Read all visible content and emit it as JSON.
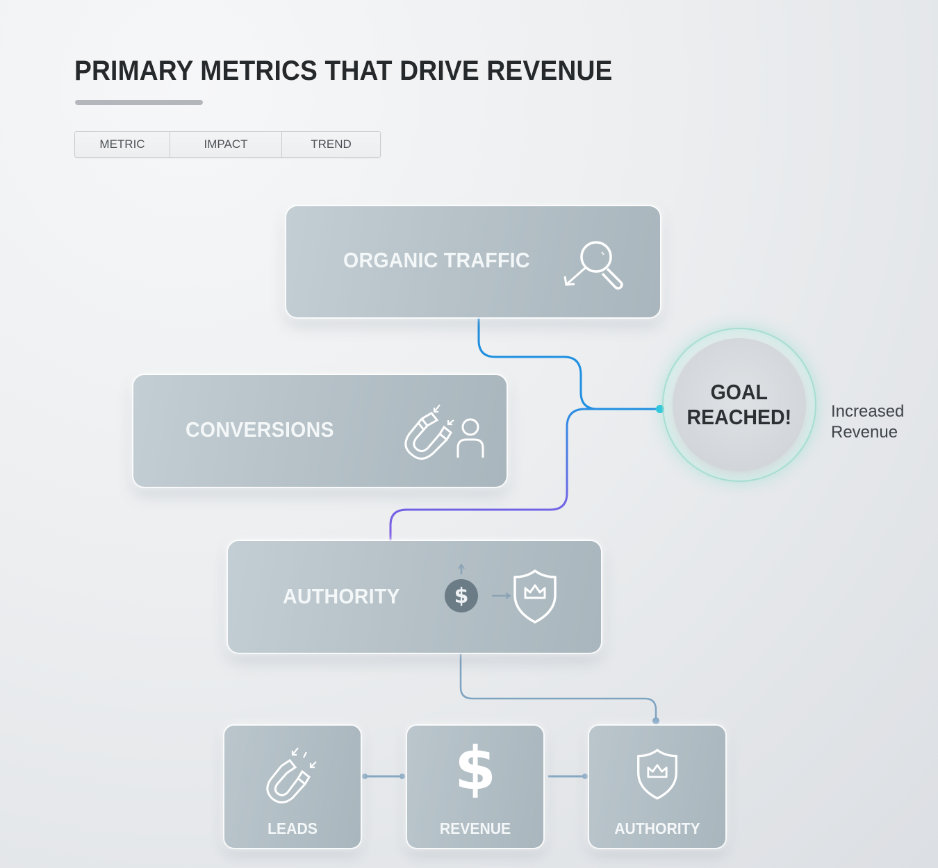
{
  "header": {
    "title": "PRIMARY METRICS THAT DRIVE REVENUE"
  },
  "tabs": [
    {
      "label": "METRIC"
    },
    {
      "label": "IMPACT"
    },
    {
      "label": "TREND"
    }
  ],
  "cards": {
    "organic_traffic": {
      "label": "ORGANIC TRAFFIC",
      "icon": "search-magnifier-icon"
    },
    "conversions": {
      "label": "CONVERSIONS",
      "icon": "magnet-user-icon"
    },
    "authority": {
      "label": "AUTHORITY",
      "icon": "shield-crown-icon",
      "hub_icon": "dollar-circle-icon",
      "hub_glyph": "$"
    }
  },
  "bottom_cards": [
    {
      "label": "LEADS",
      "icon": "magnet-icon"
    },
    {
      "label": "REVENUE",
      "icon": "dollar-icon",
      "glyph": "$"
    },
    {
      "label": "AUTHORITY",
      "icon": "shield-crown-icon"
    }
  ],
  "goal": {
    "line1": "GOAL",
    "line2": "REACHED!",
    "side_line1": "Increased",
    "side_line2": "Revenue"
  },
  "colors": {
    "connector_blue": "#1f8fe0",
    "connector_purple": "#8a4fe0",
    "connector_muted": "#7fa4c2",
    "goal_ring": "#7fd6c4",
    "card_fill": "#b6c2c8",
    "title_text": "#26292c"
  }
}
